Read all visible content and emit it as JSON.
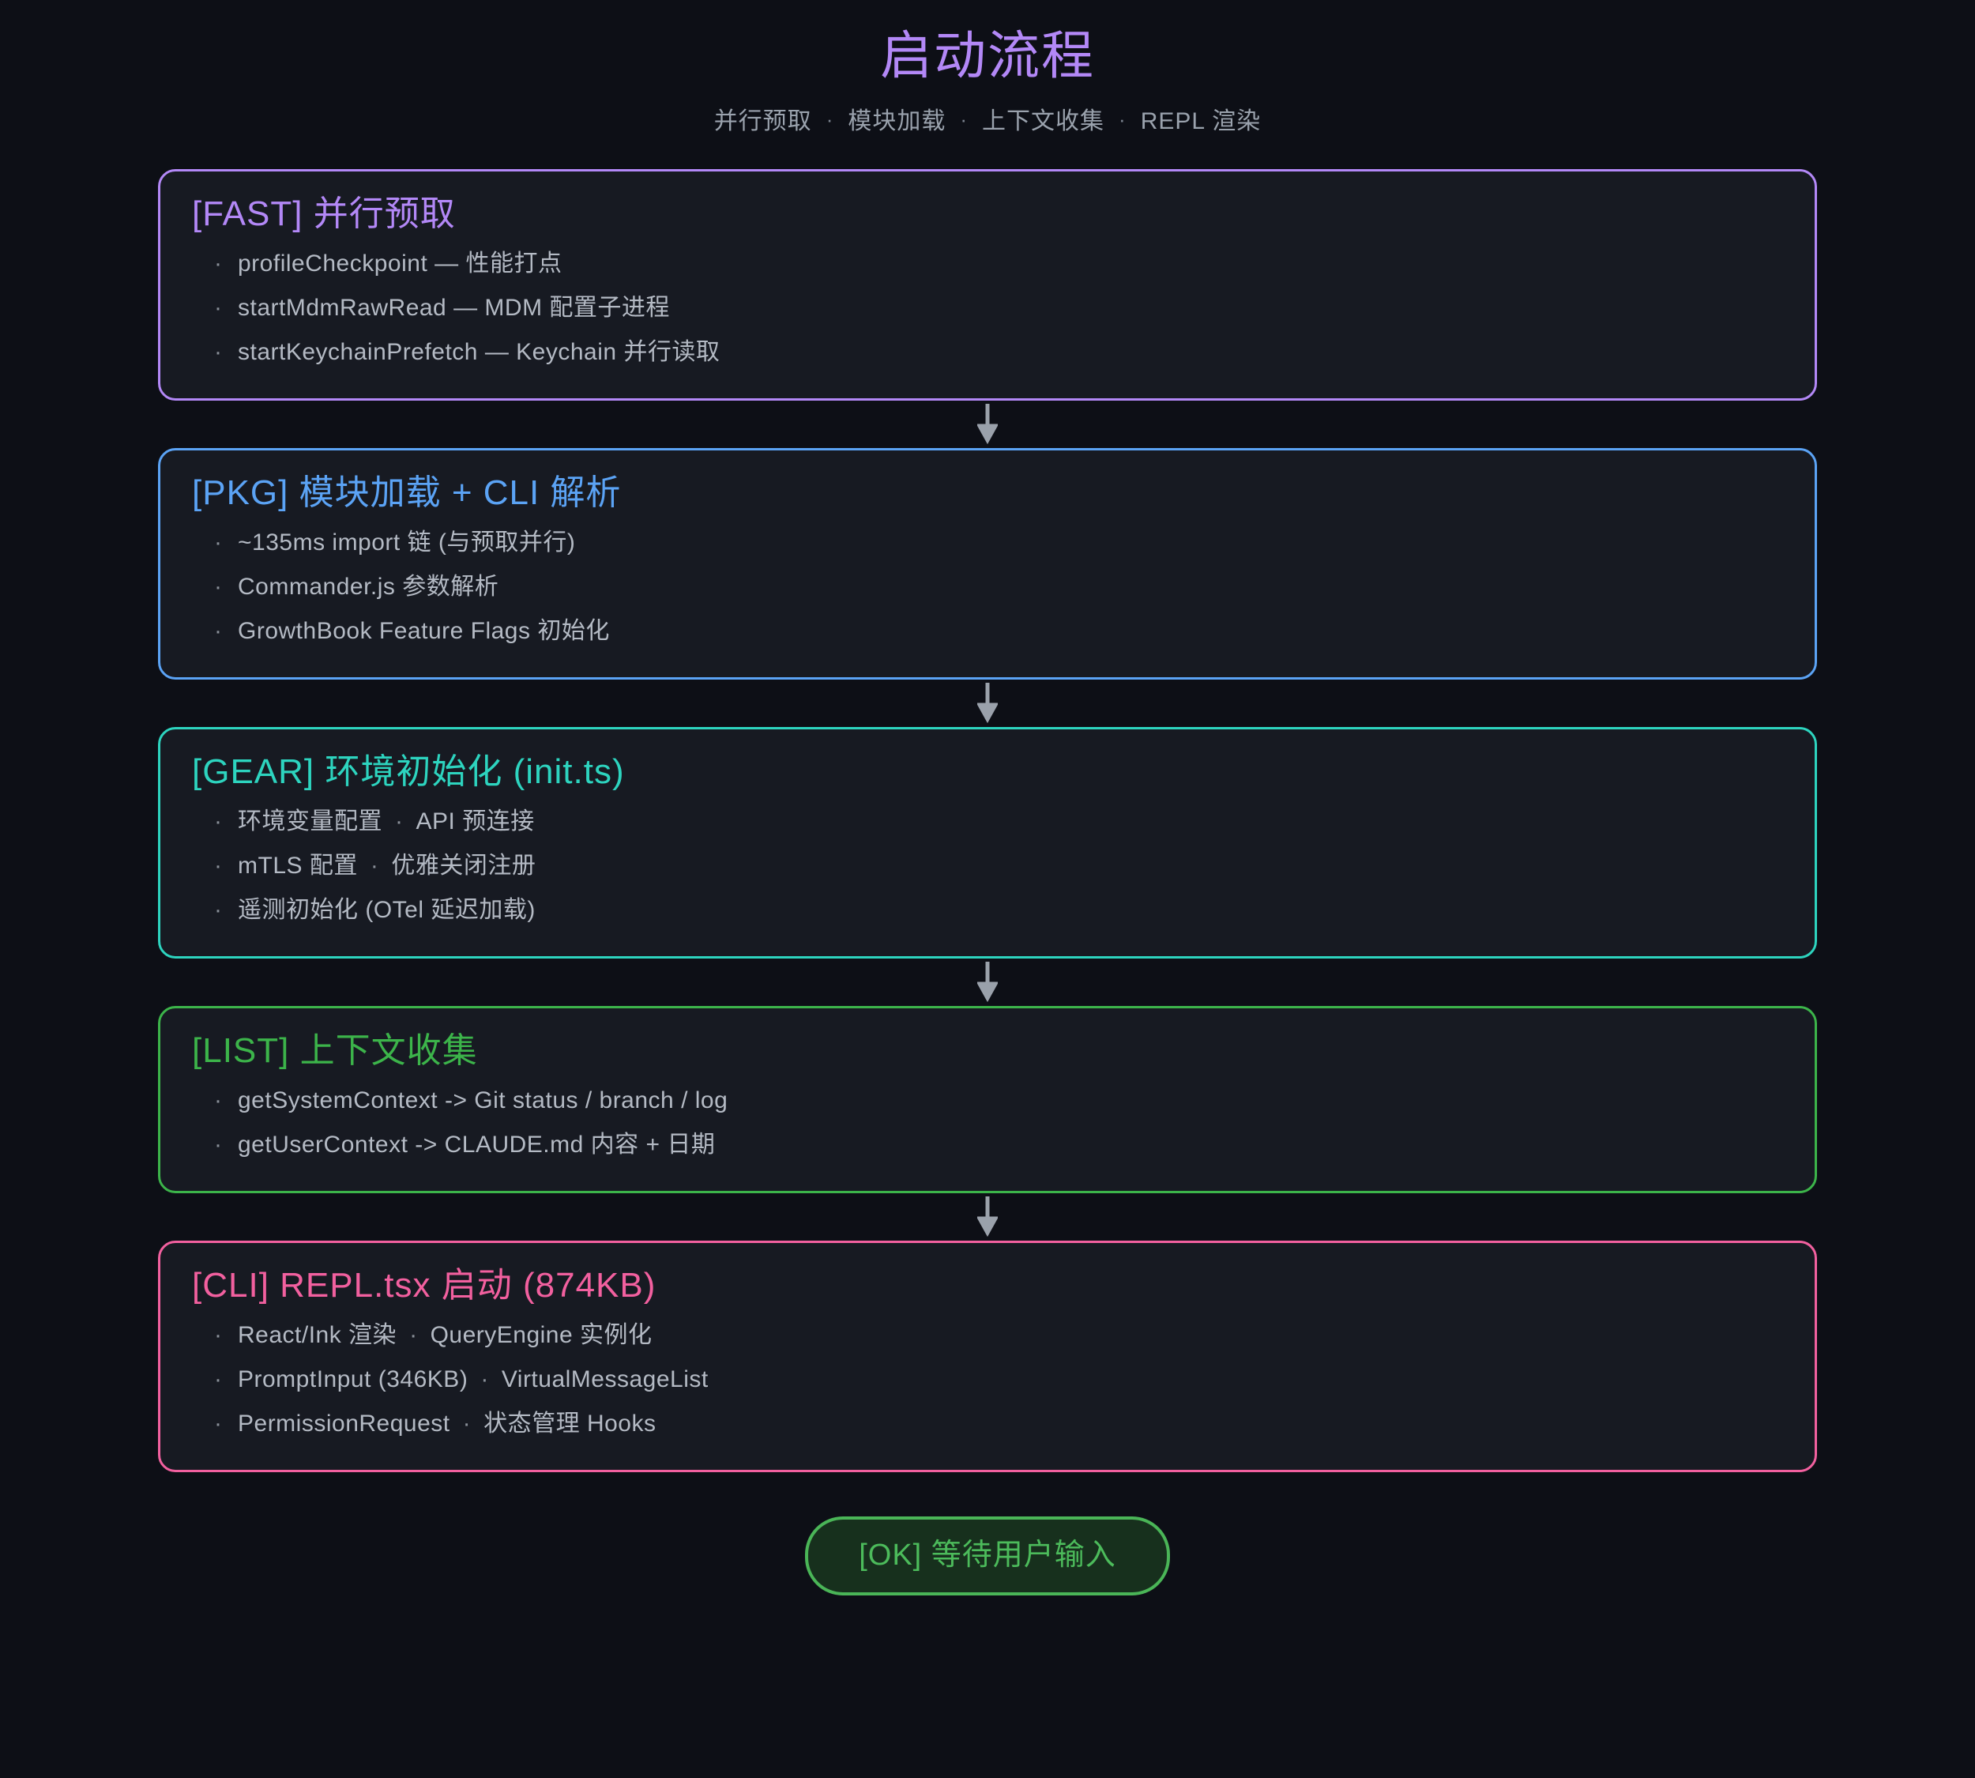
{
  "header": {
    "title": "启动流程",
    "title_color": "#b388f7",
    "subtitle_segments": [
      "并行预取",
      "模块加载",
      "上下文收集",
      "REPL 渲染"
    ],
    "subtitle_separator": "·"
  },
  "colors": {
    "page_background": "#0d0f16",
    "card_background": "#171a22",
    "body_text": "#b4bac4",
    "muted_text": "#8a9099",
    "arrow": "#9aa1ab"
  },
  "flow": {
    "arrow_icon": "arrow-down",
    "steps": [
      {
        "id": "fast",
        "title": "[FAST] 并行预取",
        "accent": "#b388f7",
        "items": [
          {
            "parts": [
              "profileCheckpoint — 性能打点"
            ]
          },
          {
            "parts": [
              "startMdmRawRead — MDM 配置子进程"
            ]
          },
          {
            "parts": [
              "startKeychainPrefetch — Keychain 并行读取"
            ]
          }
        ]
      },
      {
        "id": "pkg",
        "title": "[PKG] 模块加载 + CLI 解析",
        "accent": "#5ba3f5",
        "items": [
          {
            "parts": [
              "~135ms import 链 (与预取并行)"
            ]
          },
          {
            "parts": [
              "Commander.js 参数解析"
            ]
          },
          {
            "parts": [
              "GrowthBook Feature Flags 初始化"
            ]
          }
        ]
      },
      {
        "id": "gear",
        "title": "[GEAR] 环境初始化 (init.ts)",
        "accent": "#2dd4bf",
        "items": [
          {
            "parts": [
              "环境变量配置",
              "API 预连接"
            ]
          },
          {
            "parts": [
              "mTLS 配置",
              "优雅关闭注册"
            ]
          },
          {
            "parts": [
              "遥测初始化 (OTel 延迟加载)"
            ]
          }
        ]
      },
      {
        "id": "list",
        "title": "[LIST] 上下文收集",
        "accent": "#3cb44a",
        "items": [
          {
            "parts": [
              "getSystemContext -> Git status / branch / log"
            ]
          },
          {
            "parts": [
              "getUserContext -> CLAUDE.md 内容 + 日期"
            ]
          }
        ]
      },
      {
        "id": "cli",
        "title": "[CLI] REPL.tsx 启动 (874KB)",
        "accent": "#f2609f",
        "items": [
          {
            "parts": [
              "React/Ink 渲染",
              "QueryEngine 实例化"
            ]
          },
          {
            "parts": [
              "PromptInput (346KB)",
              "VirtualMessageList"
            ]
          },
          {
            "parts": [
              "PermissionRequest",
              "状态管理 Hooks"
            ]
          }
        ]
      }
    ]
  },
  "footer": {
    "badge_label": "[OK] 等待用户输入",
    "badge_border": "#4ab557",
    "badge_fill": "#17301d",
    "badge_text_color": "#4cbb5b"
  }
}
